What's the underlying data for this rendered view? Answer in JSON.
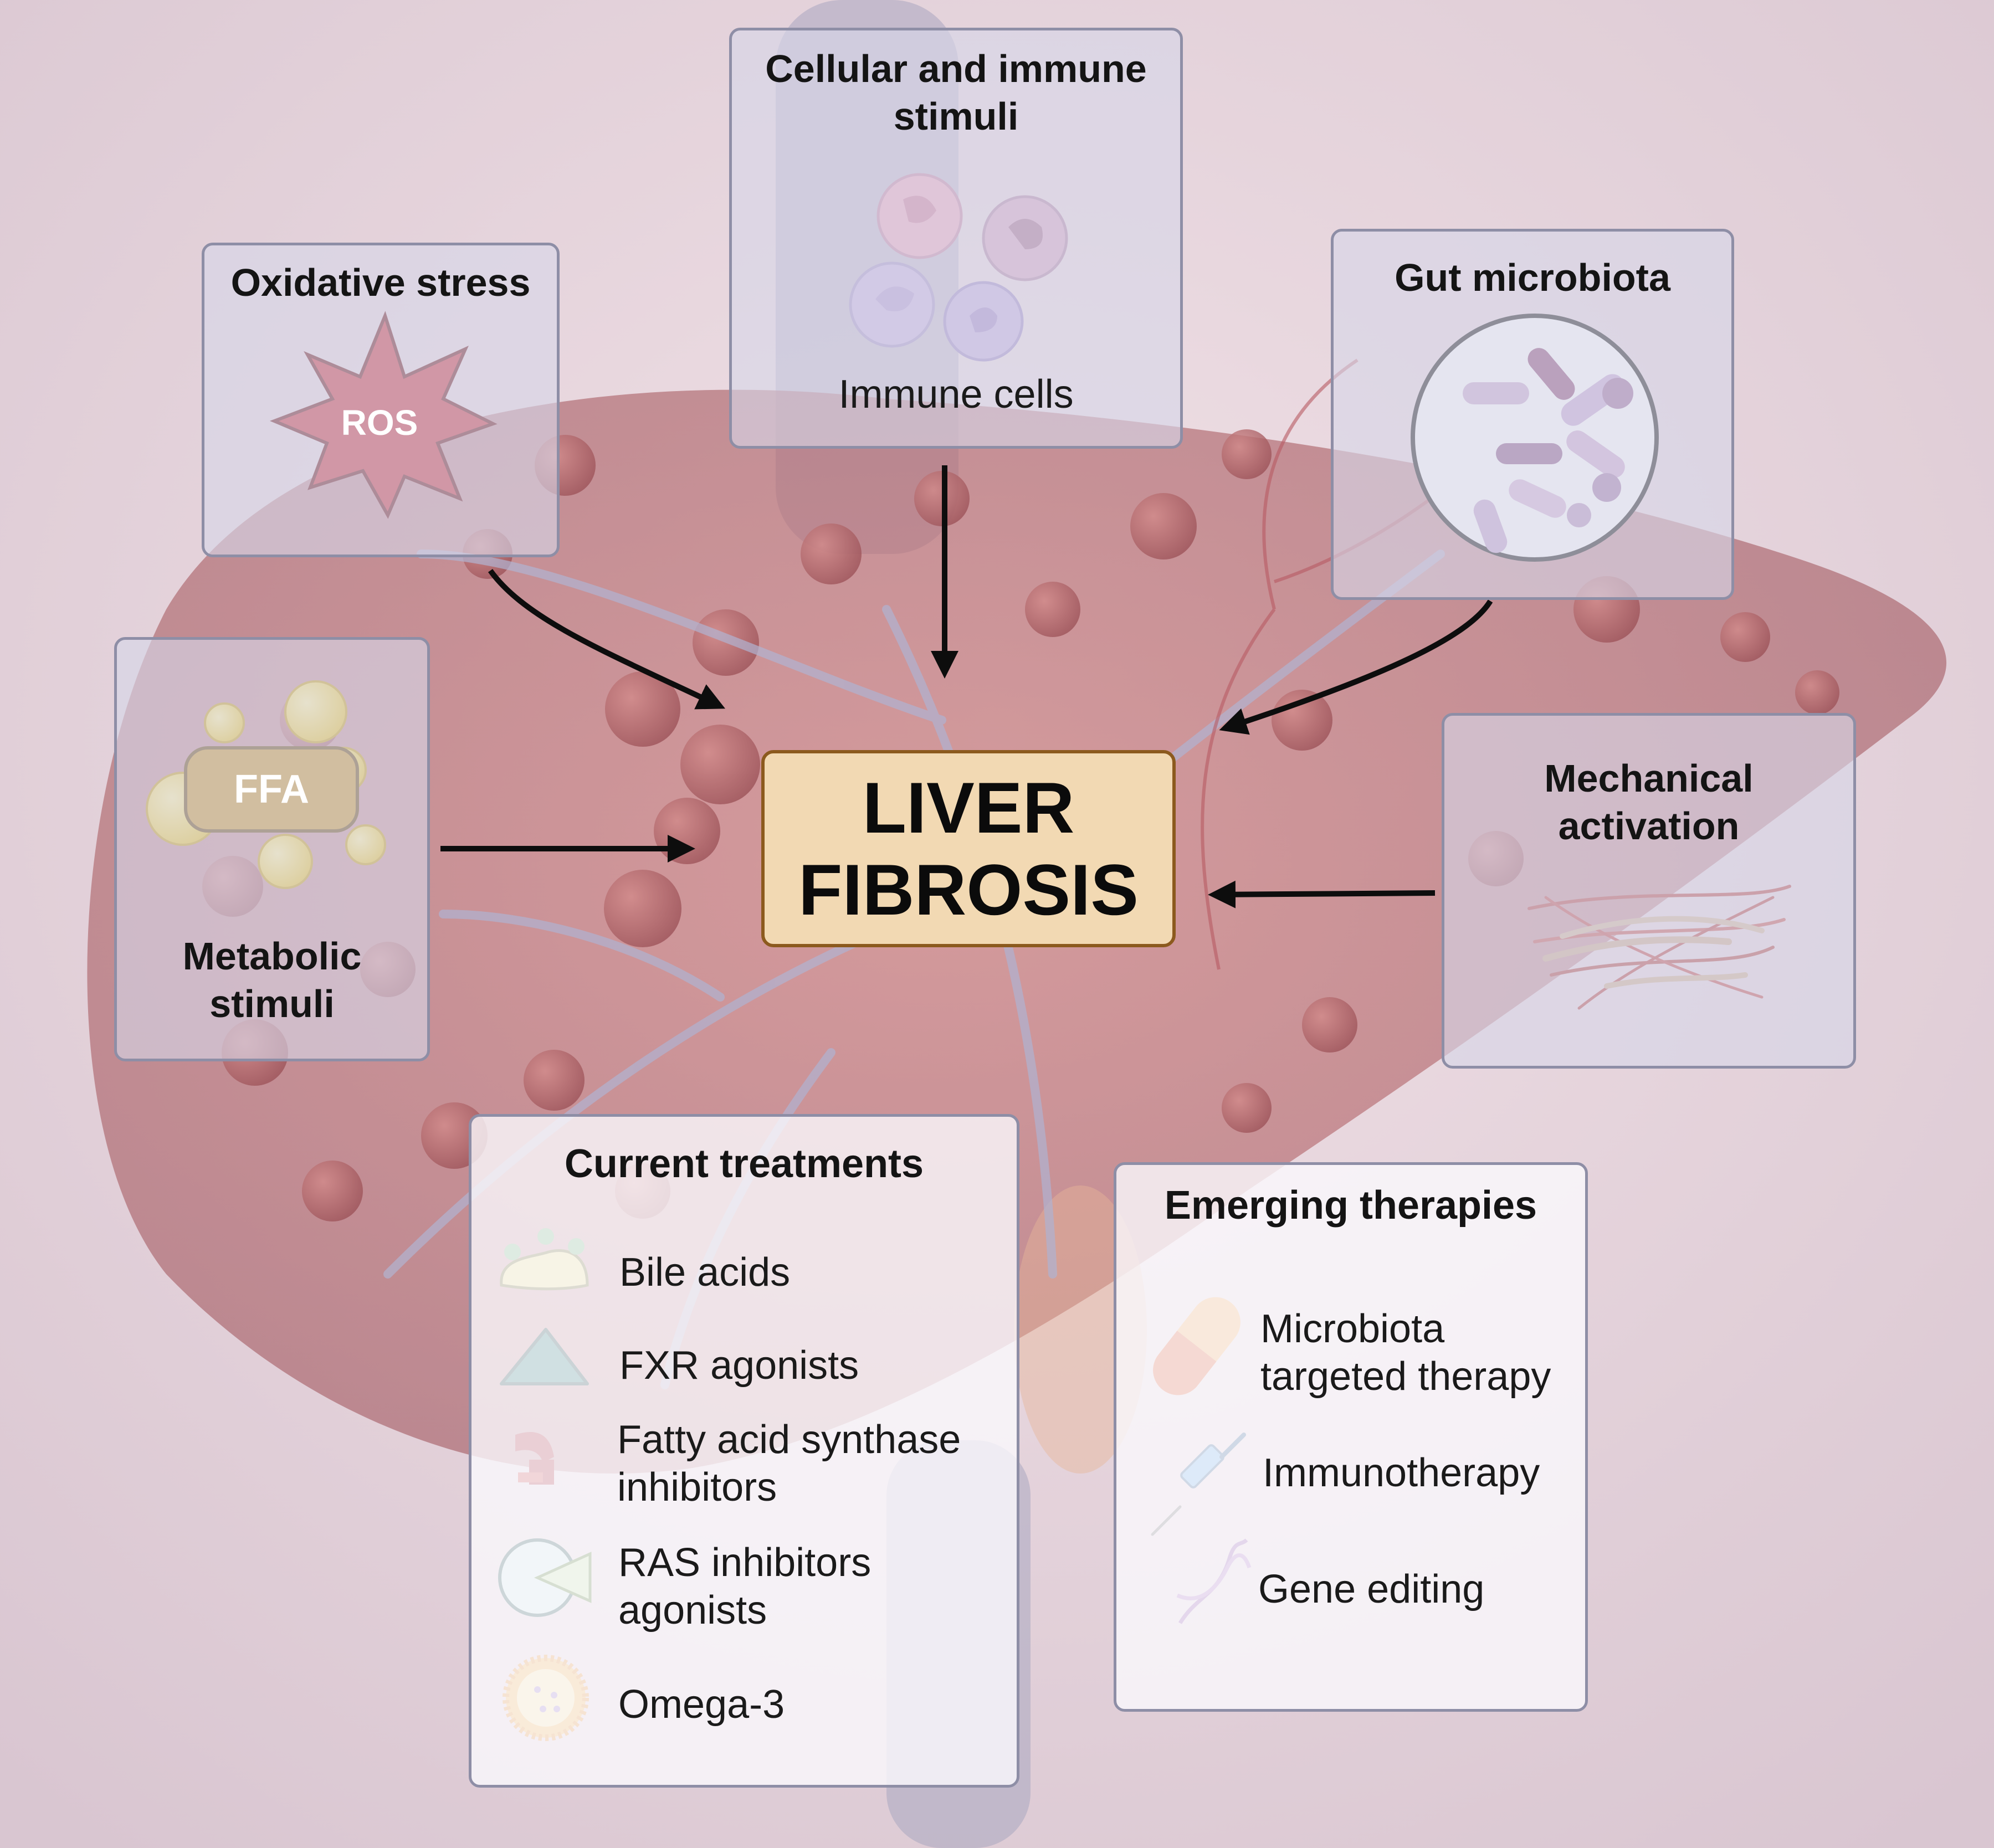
{
  "center": {
    "line1": "LIVER",
    "line2": "FIBROSIS"
  },
  "oxidative": {
    "title": "Oxidative stress",
    "icon_label": "ROS"
  },
  "immune": {
    "title_line1": "Cellular and immune",
    "title_line2": "stimuli",
    "caption": "Immune cells"
  },
  "gut": {
    "title": "Gut microbiota"
  },
  "metabolic": {
    "icon_label": "FFA",
    "title_line1": "Metabolic",
    "title_line2": "stimuli"
  },
  "mechanical": {
    "title_line1": "Mechanical",
    "title_line2": "activation"
  },
  "current": {
    "title": "Current treatments",
    "items": [
      {
        "line1": "Bile acids",
        "icon": "bile-acid-icon"
      },
      {
        "line1": "FXR agonists",
        "icon": "triangle-icon"
      },
      {
        "line1": "Fatty acid synthase",
        "line2": "inhibitors",
        "icon": "enzyme-icon"
      },
      {
        "line1": "RAS inhibitors",
        "line2": "agonists",
        "icon": "receptor-icon"
      },
      {
        "line1": "Omega-3",
        "icon": "micelle-icon"
      }
    ]
  },
  "emerging": {
    "title": "Emerging therapies",
    "items": [
      {
        "line1": "Microbiota",
        "line2": "targeted therapy",
        "icon": "capsule-icon"
      },
      {
        "line1": "Immunotherapy",
        "icon": "syringe-icon"
      },
      {
        "line1": "Gene editing",
        "icon": "dna-icon"
      }
    ]
  },
  "colors": {
    "panel_border": "#8e8ea6",
    "center_fill": "#f2d9b3",
    "center_border": "#8c5a1e",
    "ros": "#c9303a",
    "ffa": "#c9962a"
  }
}
